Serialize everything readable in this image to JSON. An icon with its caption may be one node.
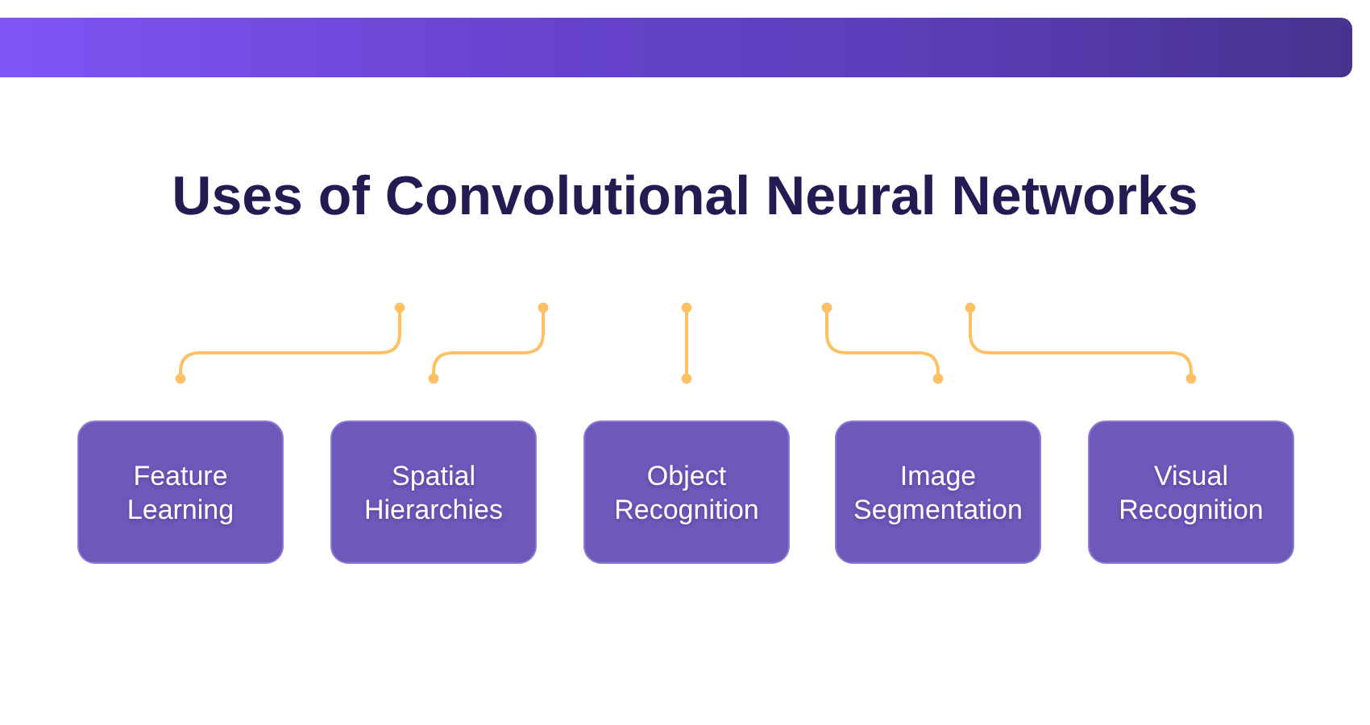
{
  "diagram": {
    "title": "Uses of Convolutional Neural Networks",
    "nodes": [
      {
        "text": [
          "Feature Learning"
        ]
      },
      {
        "text": [
          "Spatial Hierarchies"
        ]
      },
      {
        "text": [
          "Object Recognition"
        ]
      },
      {
        "text": [
          "Image Segmentation"
        ]
      },
      {
        "text": [
          "Visual Recognition"
        ]
      }
    ]
  }
}
